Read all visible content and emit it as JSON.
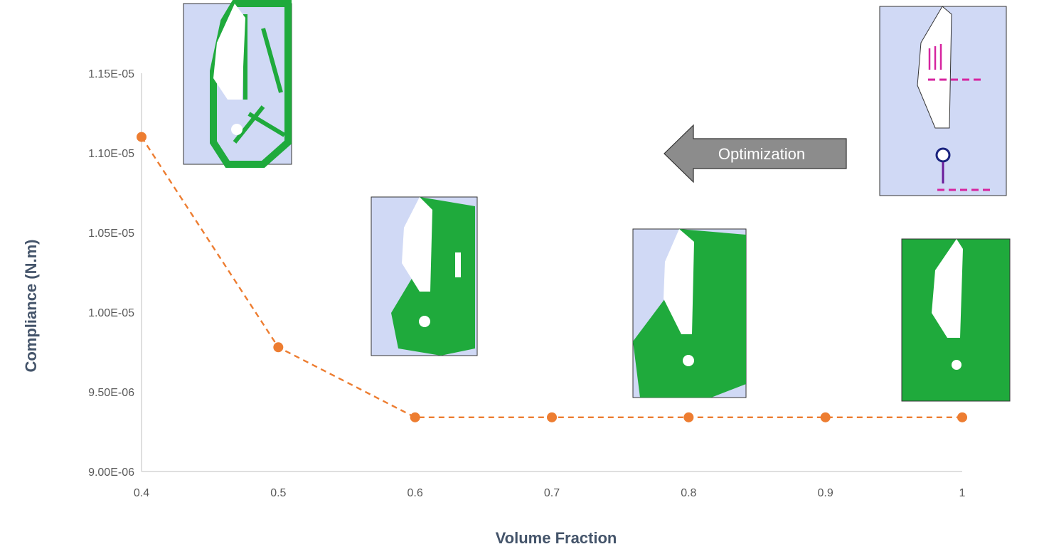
{
  "chart_data": {
    "type": "line",
    "title": "",
    "xlabel": "Volume Fraction",
    "ylabel": "Compliance (N.m)",
    "x_ticks": [
      "0.4",
      "0.5",
      "0.6",
      "0.7",
      "0.8",
      "0.9",
      "1"
    ],
    "y_ticks": [
      "9.00E-06",
      "9.50E-06",
      "1.00E-05",
      "1.05E-05",
      "1.10E-05",
      "1.15E-05"
    ],
    "xlim": [
      0.4,
      1.0
    ],
    "ylim": [
      9e-06,
      1.15e-05
    ],
    "grid": false,
    "line_style": "dashed",
    "series": [
      {
        "color": "#ed7d31",
        "x": [
          0.4,
          0.5,
          0.6,
          0.7,
          0.8,
          0.9,
          1.0
        ],
        "y": [
          1.11e-05,
          9.78e-06,
          9.34e-06,
          9.34e-06,
          9.34e-06,
          9.34e-06,
          9.34e-06
        ]
      }
    ],
    "annotation": {
      "arrow_label": "Optimization",
      "arrow_direction": "left",
      "arrow_color": "#8c8c8c"
    }
  },
  "colors": {
    "design_region": "#d0d9f5",
    "material": "#1faa3c",
    "axis": "#bfbfbf"
  }
}
